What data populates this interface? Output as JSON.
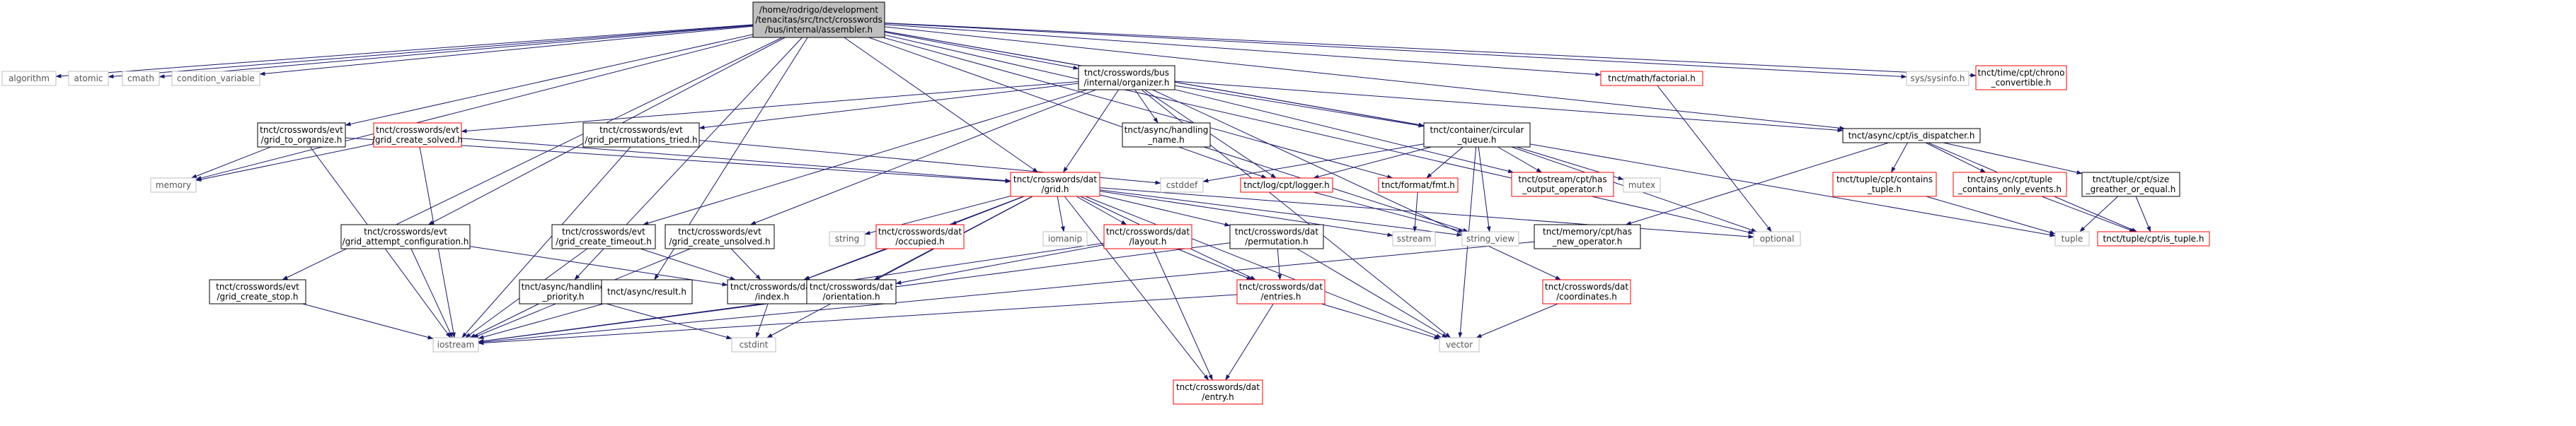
{
  "colors": {
    "edge": "#191970",
    "root_fill": "#bfbfbf",
    "box_black": "#000000",
    "box_red": "#ff0000",
    "box_gray": "#bfbfbf"
  },
  "nodes": {
    "root": {
      "lines": [
        "/home/rodrigo/development",
        "/tenacitas/src/tnct/crosswords",
        "/bus/internal/assembler.h"
      ],
      "style": "root"
    },
    "algorithm": {
      "lines": [
        "algorithm"
      ],
      "style": "gray"
    },
    "atomic": {
      "lines": [
        "atomic"
      ],
      "style": "gray"
    },
    "cmath": {
      "lines": [
        "cmath"
      ],
      "style": "gray"
    },
    "condition_variable": {
      "lines": [
        "condition_variable"
      ],
      "style": "gray"
    },
    "memory": {
      "lines": [
        "memory"
      ],
      "style": "gray"
    },
    "grid_to_organize": {
      "lines": [
        "tnct/crosswords/evt",
        "/grid_to_organize.h"
      ],
      "style": "black"
    },
    "grid_create_solved": {
      "lines": [
        "tnct/crosswords/evt",
        "/grid_create_solved.h"
      ],
      "style": "red"
    },
    "grid_permutations_tried": {
      "lines": [
        "tnct/crosswords/evt",
        "/grid_permutations_tried.h"
      ],
      "style": "black"
    },
    "organizer": {
      "lines": [
        "tnct/crosswords/bus",
        "/internal/organizer.h"
      ],
      "style": "black"
    },
    "handling_name": {
      "lines": [
        "tnct/async/handling",
        "_name.h"
      ],
      "style": "black"
    },
    "circular_queue": {
      "lines": [
        "tnct/container/circular",
        "_queue.h"
      ],
      "style": "black"
    },
    "factorial": {
      "lines": [
        "tnct/math/factorial.h"
      ],
      "style": "red"
    },
    "is_dispatcher": {
      "lines": [
        "tnct/async/cpt/is_dispatcher.h"
      ],
      "style": "black"
    },
    "sysinfo": {
      "lines": [
        "sys/sysinfo.h"
      ],
      "style": "gray"
    },
    "chrono_convertible": {
      "lines": [
        "tnct/time/cpt/chrono",
        "_convertible.h"
      ],
      "style": "red"
    },
    "cstddef": {
      "lines": [
        "cstddef"
      ],
      "style": "gray"
    },
    "logger": {
      "lines": [
        "tnct/log/cpt/logger.h"
      ],
      "style": "red"
    },
    "fmt": {
      "lines": [
        "tnct/format/fmt.h"
      ],
      "style": "red"
    },
    "has_output_operator": {
      "lines": [
        "tnct/ostream/cpt/has",
        "_output_operator.h"
      ],
      "style": "red"
    },
    "mutex": {
      "lines": [
        "mutex"
      ],
      "style": "gray"
    },
    "contains_tuple": {
      "lines": [
        "tnct/tuple/cpt/contains",
        "_tuple.h"
      ],
      "style": "red"
    },
    "contains_only_events": {
      "lines": [
        "tnct/async/cpt/tuple",
        "_contains_only_events.h"
      ],
      "style": "red"
    },
    "size_greater": {
      "lines": [
        "tnct/tuple/cpt/size",
        "_greather_or_equal.h"
      ],
      "style": "black"
    },
    "grid": {
      "lines": [
        "tnct/crosswords/dat",
        "/grid.h"
      ],
      "style": "red"
    },
    "grid_attempt_configuration": {
      "lines": [
        "tnct/crosswords/evt",
        "/grid_attempt_configuration.h"
      ],
      "style": "black"
    },
    "grid_create_timeout": {
      "lines": [
        "tnct/crosswords/evt",
        "/grid_create_timeout.h"
      ],
      "style": "black"
    },
    "grid_create_unsolved": {
      "lines": [
        "tnct/crosswords/evt",
        "/grid_create_unsolved.h"
      ],
      "style": "black"
    },
    "string": {
      "lines": [
        "string"
      ],
      "style": "gray"
    },
    "occupied": {
      "lines": [
        "tnct/crosswords/dat",
        "/occupied.h"
      ],
      "style": "red"
    },
    "iomanip": {
      "lines": [
        "iomanip"
      ],
      "style": "gray"
    },
    "layout": {
      "lines": [
        "tnct/crosswords/dat",
        "/layout.h"
      ],
      "style": "red"
    },
    "permutation": {
      "lines": [
        "tnct/crosswords/dat",
        "/permutation.h"
      ],
      "style": "black"
    },
    "sstream": {
      "lines": [
        "sstream"
      ],
      "style": "gray"
    },
    "string_view": {
      "lines": [
        "string_view"
      ],
      "style": "gray"
    },
    "has_new_operator": {
      "lines": [
        "tnct/memory/cpt/has",
        "_new_operator.h"
      ],
      "style": "black"
    },
    "optional": {
      "lines": [
        "optional"
      ],
      "style": "gray"
    },
    "tuple": {
      "lines": [
        "tuple"
      ],
      "style": "gray"
    },
    "is_tuple": {
      "lines": [
        "tnct/tuple/cpt/is_tuple.h"
      ],
      "style": "red"
    },
    "grid_create_stop": {
      "lines": [
        "tnct/crosswords/evt",
        "/grid_create_stop.h"
      ],
      "style": "black"
    },
    "handling_priority": {
      "lines": [
        "tnct/async/handling",
        "_priority.h"
      ],
      "style": "black"
    },
    "result": {
      "lines": [
        "tnct/async/result.h"
      ],
      "style": "black"
    },
    "index": {
      "lines": [
        "tnct/crosswords/dat",
        "/index.h"
      ],
      "style": "black"
    },
    "orientation": {
      "lines": [
        "tnct/crosswords/dat",
        "/orientation.h"
      ],
      "style": "black"
    },
    "entries": {
      "lines": [
        "tnct/crosswords/dat",
        "/entries.h"
      ],
      "style": "red"
    },
    "coordinates": {
      "lines": [
        "tnct/crosswords/dat",
        "/coordinates.h"
      ],
      "style": "red"
    },
    "iostream": {
      "lines": [
        "iostream"
      ],
      "style": "gray"
    },
    "cstdint": {
      "lines": [
        "cstdint"
      ],
      "style": "gray"
    },
    "vector": {
      "lines": [
        "vector"
      ],
      "style": "gray"
    },
    "entry": {
      "lines": [
        "tnct/crosswords/dat",
        "/entry.h"
      ],
      "style": "red"
    }
  },
  "edges": [
    [
      "root",
      "algorithm"
    ],
    [
      "root",
      "atomic"
    ],
    [
      "root",
      "cmath"
    ],
    [
      "root",
      "condition_variable"
    ],
    [
      "root",
      "memory"
    ],
    [
      "root",
      "grid_to_organize"
    ],
    [
      "root",
      "organizer"
    ],
    [
      "root",
      "grid_attempt_configuration"
    ],
    [
      "root",
      "grid_create_stop"
    ],
    [
      "root",
      "handling_priority"
    ],
    [
      "root",
      "result"
    ],
    [
      "root",
      "grid"
    ],
    [
      "root",
      "logger"
    ],
    [
      "root",
      "fmt"
    ],
    [
      "root",
      "circular_queue"
    ],
    [
      "root",
      "factorial"
    ],
    [
      "root",
      "is_dispatcher"
    ],
    [
      "root",
      "sysinfo"
    ],
    [
      "root",
      "chrono_convertible"
    ],
    [
      "root",
      "tuple"
    ],
    [
      "root",
      "optional"
    ],
    [
      "organizer",
      "grid_create_solved"
    ],
    [
      "organizer",
      "grid_permutations_tried"
    ],
    [
      "organizer",
      "handling_name"
    ],
    [
      "organizer",
      "circular_queue"
    ],
    [
      "organizer",
      "logger"
    ],
    [
      "organizer",
      "is_dispatcher"
    ],
    [
      "organizer",
      "grid"
    ],
    [
      "organizer",
      "grid_create_timeout"
    ],
    [
      "organizer",
      "grid_create_unsolved"
    ],
    [
      "organizer",
      "vector"
    ],
    [
      "organizer",
      "coordinates"
    ],
    [
      "organizer",
      "has_output_operator"
    ],
    [
      "grid_to_organize",
      "memory"
    ],
    [
      "grid_to_organize",
      "grid"
    ],
    [
      "grid_to_organize",
      "iostream"
    ],
    [
      "grid_create_solved",
      "memory"
    ],
    [
      "grid_create_solved",
      "grid"
    ],
    [
      "grid_create_solved",
      "iostream"
    ],
    [
      "grid_permutations_tried",
      "cstddef"
    ],
    [
      "grid_permutations_tried",
      "iostream"
    ],
    [
      "handling_name",
      "string_view"
    ],
    [
      "circular_queue",
      "cstddef"
    ],
    [
      "circular_queue",
      "logger"
    ],
    [
      "circular_queue",
      "fmt"
    ],
    [
      "circular_queue",
      "has_output_operator"
    ],
    [
      "circular_queue",
      "mutex"
    ],
    [
      "circular_queue",
      "optional"
    ],
    [
      "circular_queue",
      "vector"
    ],
    [
      "circular_queue",
      "string_view"
    ],
    [
      "factorial",
      "optional"
    ],
    [
      "is_dispatcher",
      "contains_tuple"
    ],
    [
      "is_dispatcher",
      "contains_only_events"
    ],
    [
      "is_dispatcher",
      "size_greater"
    ],
    [
      "is_dispatcher",
      "is_tuple"
    ],
    [
      "is_dispatcher",
      "has_new_operator"
    ],
    [
      "contains_tuple",
      "tuple"
    ],
    [
      "contains_only_events",
      "is_tuple"
    ],
    [
      "size_greater",
      "tuple"
    ],
    [
      "size_greater",
      "is_tuple"
    ],
    [
      "logger",
      "string_view"
    ],
    [
      "fmt",
      "sstream"
    ],
    [
      "grid",
      "string"
    ],
    [
      "grid",
      "occupied"
    ],
    [
      "grid",
      "iomanip"
    ],
    [
      "grid",
      "layout"
    ],
    [
      "grid",
      "permutation"
    ],
    [
      "grid",
      "sstream"
    ],
    [
      "grid",
      "string_view"
    ],
    [
      "grid",
      "optional"
    ],
    [
      "grid",
      "index"
    ],
    [
      "grid",
      "orientation"
    ],
    [
      "grid",
      "entries"
    ],
    [
      "grid",
      "cstdint"
    ],
    [
      "grid",
      "vector"
    ],
    [
      "grid",
      "entry"
    ],
    [
      "grid_attempt_configuration",
      "index"
    ],
    [
      "grid_attempt_configuration",
      "iostream"
    ],
    [
      "grid_create_timeout",
      "index"
    ],
    [
      "grid_create_timeout",
      "iostream"
    ],
    [
      "grid_create_unsolved",
      "index"
    ],
    [
      "grid_create_unsolved",
      "iostream"
    ],
    [
      "grid_create_stop",
      "iostream"
    ],
    [
      "handling_priority",
      "iostream"
    ],
    [
      "handling_priority",
      "cstdint"
    ],
    [
      "result",
      "iostream"
    ],
    [
      "occupied",
      "index"
    ],
    [
      "layout",
      "index"
    ],
    [
      "layout",
      "orientation"
    ],
    [
      "layout",
      "entries"
    ],
    [
      "layout",
      "entry"
    ],
    [
      "permutation",
      "entries"
    ],
    [
      "permutation",
      "vector"
    ],
    [
      "permutation",
      "iostream"
    ],
    [
      "has_new_operator",
      "iostream"
    ],
    [
      "entries",
      "entry"
    ],
    [
      "entries",
      "vector"
    ],
    [
      "entries",
      "iostream"
    ],
    [
      "coordinates",
      "vector"
    ],
    [
      "index",
      "cstdint"
    ],
    [
      "orientation",
      "iostream"
    ]
  ]
}
